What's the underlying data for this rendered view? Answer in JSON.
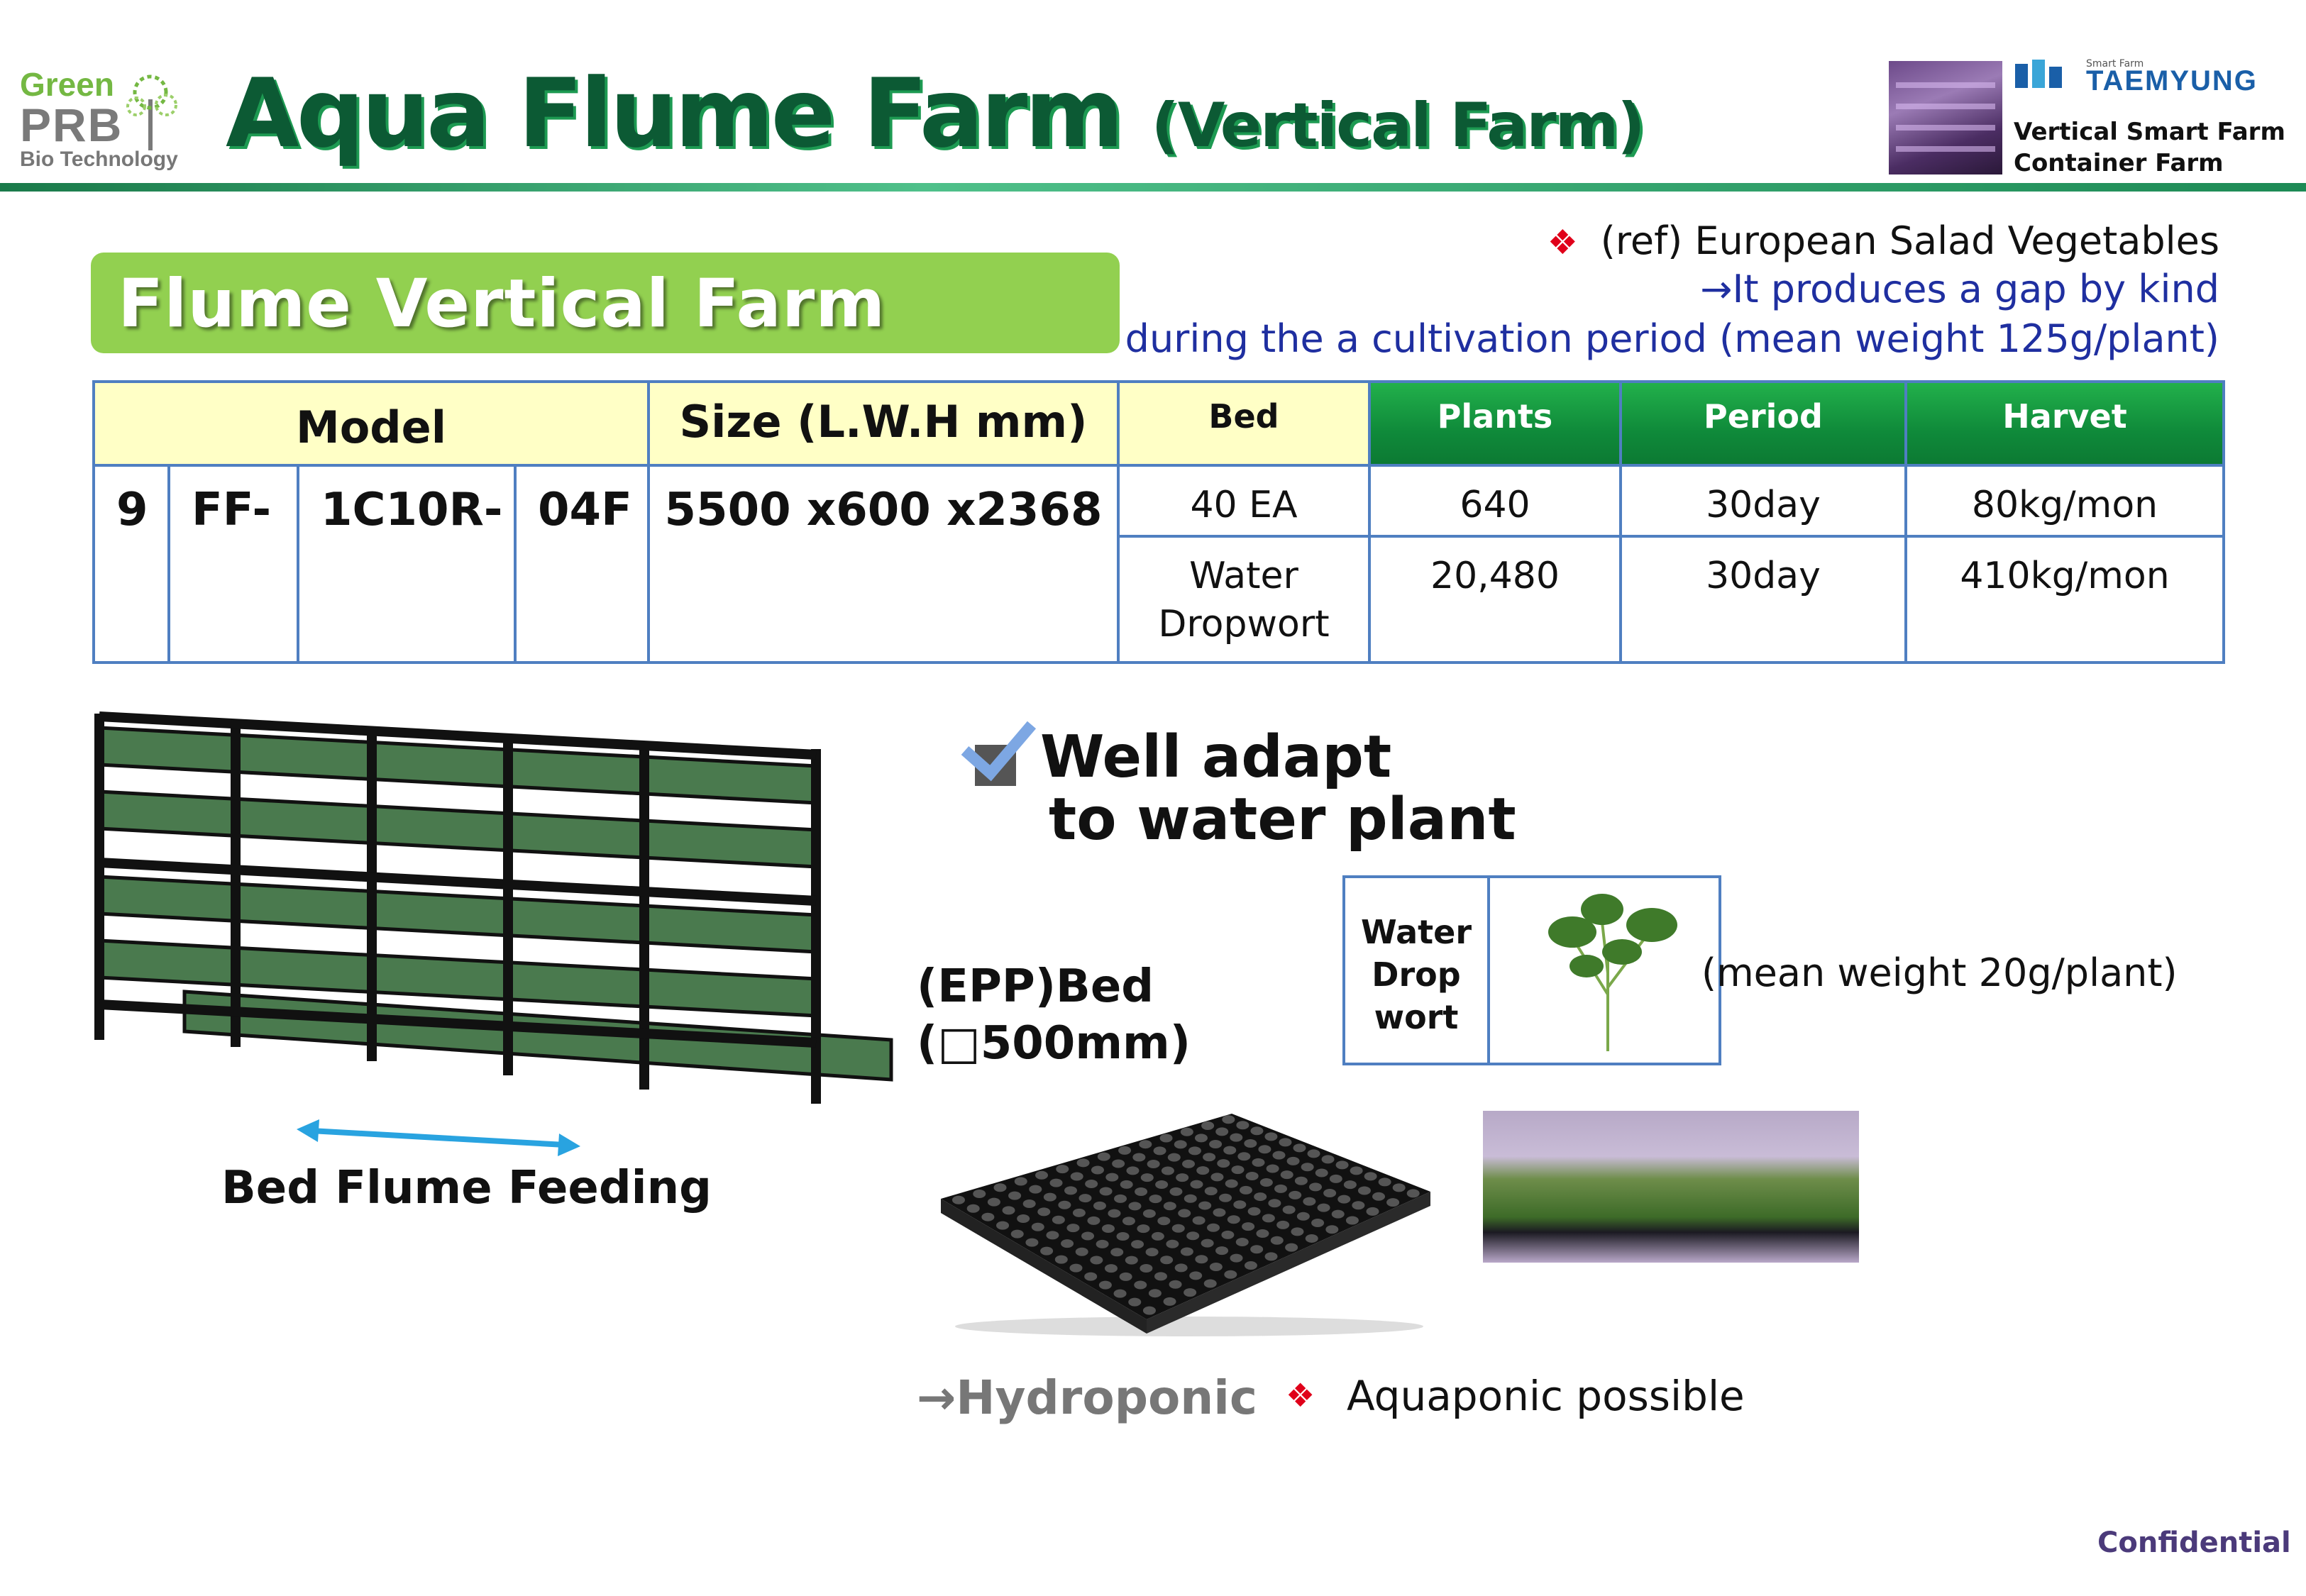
{
  "header": {
    "logo_green": "Green",
    "logo_prb": "PRB",
    "logo_bio": "Bio Technology",
    "title_main": "Aqua Flume Farm",
    "title_sub": "(Vertical Farm)",
    "partner_small": "Smart Farm",
    "partner_name": "TAEMYUNG",
    "partner_line1": "Vertical Smart Farm",
    "partner_line2": "Container Farm"
  },
  "banner": {
    "title": "Flume Vertical Farm"
  },
  "ref_note": {
    "line1": "(ref) European Salad Vegetables",
    "line2": "→It produces a gap by kind",
    "line3": "during the a cultivation period (mean weight 125g/plant)"
  },
  "table": {
    "headers": {
      "model": "Model",
      "size": "Size (L.W.H mm)",
      "bed": "Bed",
      "plants": "Plants",
      "period": "Period",
      "harvest": "Harvet"
    },
    "model_parts": [
      "9",
      "FF-",
      "1C10R-",
      "04F"
    ],
    "size_value": "5500 x600 x2368",
    "rows": [
      {
        "bed": "40 EA",
        "plants": "640",
        "period": "30day",
        "harvest": "80kg/mon"
      },
      {
        "bed_line1": "Water",
        "bed_line2": "Dropwort",
        "plants": "20,480",
        "period": "30day",
        "harvest": "410kg/mon"
      }
    ]
  },
  "rack": {
    "caption": "Bed Flume Feeding"
  },
  "feature": {
    "line1": "Well adapt",
    "line2": "to water plant"
  },
  "epp": {
    "line1": "(EPP)Bed",
    "line2": "(□500mm)"
  },
  "plant": {
    "label_lines": [
      "Water",
      "Drop",
      "wort"
    ],
    "mean_weight": "(mean weight 20g/plant)"
  },
  "bottom": {
    "hydro": "→Hydroponic",
    "aquaponic": "Aquaponic possible"
  },
  "footer": {
    "confidential": "Confidential"
  },
  "colors": {
    "brand_green": "#92d050",
    "table_border": "#4f7fc1",
    "header_green": "#0f8a3a",
    "ref_blue": "#1f2fa0",
    "accent_red": "#e0001a"
  }
}
